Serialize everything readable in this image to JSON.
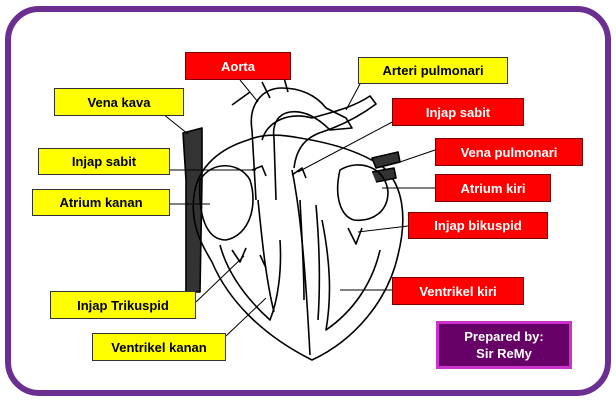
{
  "labels": {
    "aorta": "Aorta",
    "arteri_pulmonari": "Arteri pulmonari",
    "vena_kava": "Vena kava",
    "injap_sabit_right": "Injap sabit",
    "injap_sabit_left": "Injap sabit",
    "vena_pulmonari": "Vena pulmonari",
    "atrium_kanan": "Atrium kanan",
    "atrium_kiri": "Atrium kiri",
    "injap_bikuspid": "Injap bikuspid",
    "injap_trikuspid": "Injap Trikuspid",
    "ventrikel_kiri": "Ventrikel kiri",
    "ventrikel_kanan": "Ventrikel kanan"
  },
  "credit": {
    "line1": "Prepared by:",
    "line2": "Sir ReMy"
  },
  "colors": {
    "frame": "#6b2f92",
    "label_yellow": "#ffff00",
    "label_red": "#ff0000",
    "credit_bg": "#660066",
    "credit_border": "#cc33cc"
  }
}
